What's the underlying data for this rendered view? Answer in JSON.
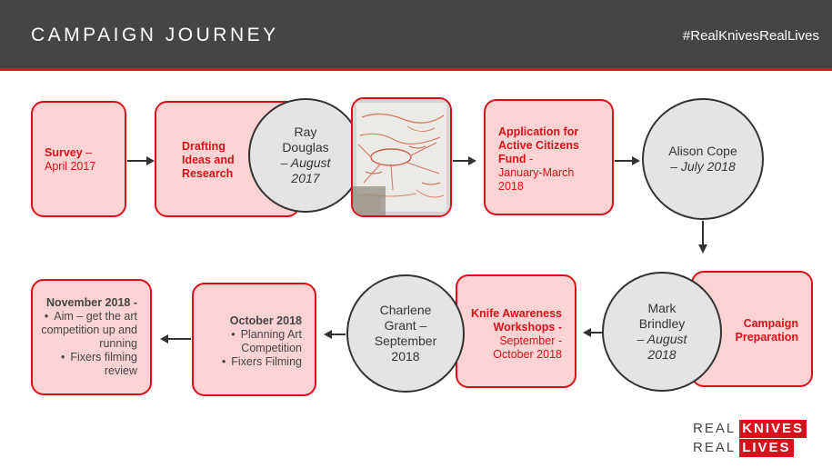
{
  "header": {
    "title": "CAMPAIGN JOURNEY",
    "hashtag": "#RealKnivesRealLives"
  },
  "steps": {
    "survey": {
      "label": "Survey",
      "sep": " –",
      "date": "April 2017"
    },
    "drafting": {
      "label": "Drafting Ideas and Research"
    },
    "ray": {
      "name": "Ray Douglas",
      "date": "– August 2017"
    },
    "photo": {
      "icon": "brainstorm-photo"
    },
    "application": {
      "label": "Application for Active Citizens Fund",
      "sep": " -",
      "date": "January-March 2018"
    },
    "alison": {
      "name": "Alison Cope",
      "date": "– July 2018"
    },
    "campaign": {
      "label": "Campaign Preparation"
    },
    "mark": {
      "name": "Mark Brindley",
      "date": "– August 2018"
    },
    "knife": {
      "label": "Knife Awareness Workshops -",
      "date": "September - October 2018"
    },
    "charlene": {
      "name": "Charlene Grant",
      "sep": " –",
      "date": "September 2018"
    },
    "october": {
      "label": "October 2018",
      "items": [
        "Planning Art Competition",
        "Fixers Filming"
      ]
    },
    "november": {
      "label": "November 2018 -",
      "items": [
        "Aim – get the art competition up and running",
        "Fixers filming review"
      ]
    }
  },
  "logo": {
    "real1": "REAL",
    "knives": "KNIVES",
    "real2": "REAL",
    "lives": "LIVES"
  },
  "colors": {
    "header": "#454545",
    "accent": "#e0161e",
    "box_fill": "#fcd3d3",
    "circle_fill": "#e4e4e4"
  }
}
